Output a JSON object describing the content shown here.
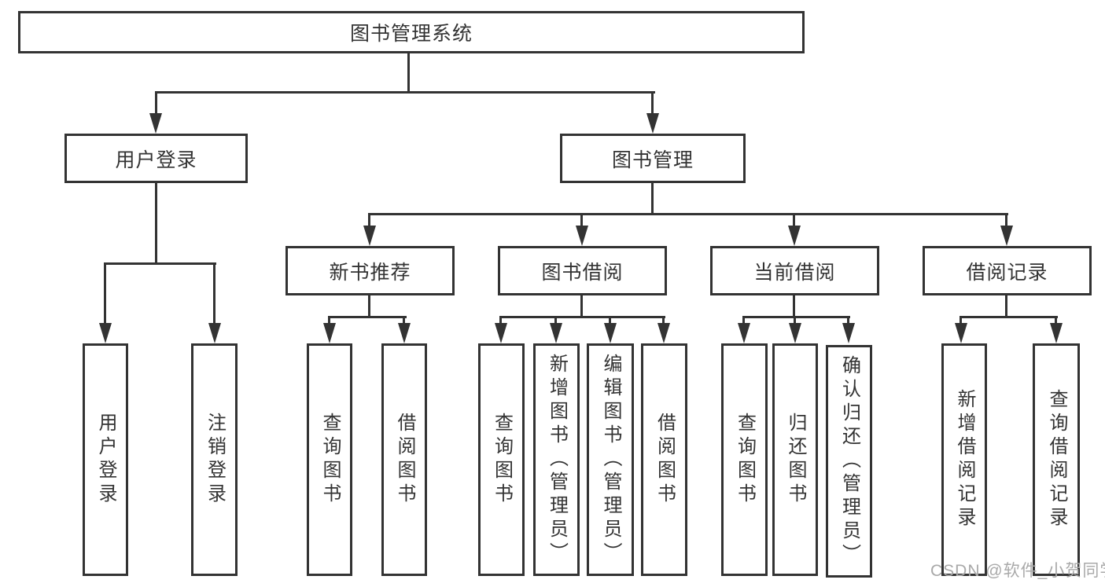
{
  "diagram": {
    "type": "hierarchy-chart",
    "colors": {
      "line": "#333333",
      "text": "#333333",
      "box_border": "#333333",
      "background": "#ffffff",
      "watermark": "#a9a9a9"
    },
    "tree": {
      "label": "图书管理系统",
      "children": [
        {
          "label": "用户登录",
          "children": [
            {
              "label": "用户登录"
            },
            {
              "label": "注销登录"
            }
          ]
        },
        {
          "label": "图书管理",
          "children": [
            {
              "label": "新书推荐",
              "children": [
                {
                  "label": "查询图书"
                },
                {
                  "label": "借阅图书"
                }
              ]
            },
            {
              "label": "图书借阅",
              "children": [
                {
                  "label": "查询图书"
                },
                {
                  "label": "新增图书（管理员）"
                },
                {
                  "label": "编辑图书（管理员）"
                },
                {
                  "label": "借阅图书"
                }
              ]
            },
            {
              "label": "当前借阅",
              "children": [
                {
                  "label": "查询图书"
                },
                {
                  "label": "归还图书"
                },
                {
                  "label": "确认归还（管理员）"
                }
              ]
            },
            {
              "label": "借阅记录",
              "children": [
                {
                  "label": "新增借阅记录"
                },
                {
                  "label": "查询借阅记录"
                }
              ]
            }
          ]
        }
      ]
    },
    "watermark": {
      "text": "CSDN @软件_小贺同学"
    }
  }
}
